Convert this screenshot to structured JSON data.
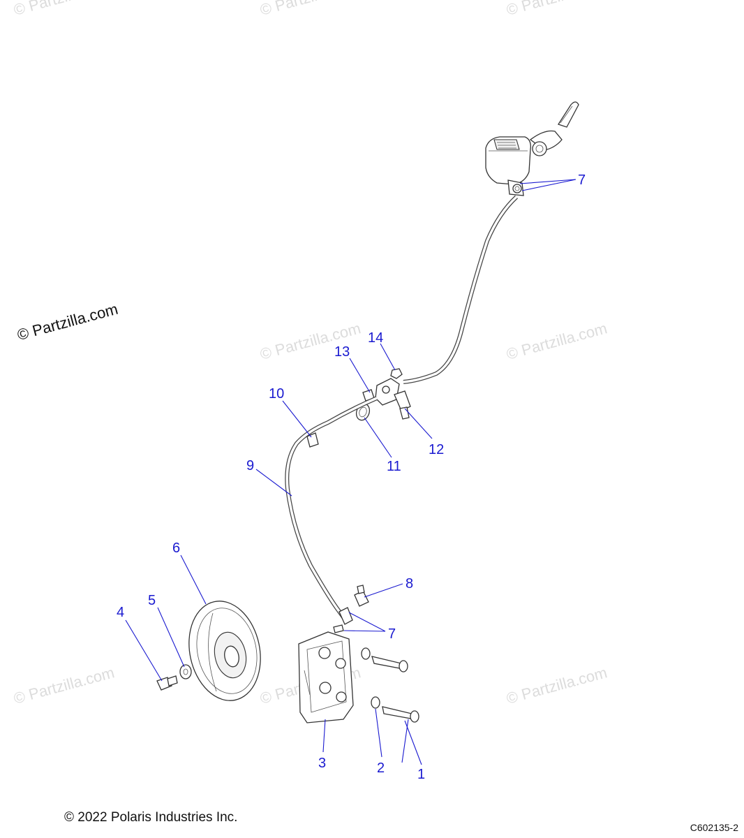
{
  "diagram": {
    "copyright": "© 2022 Polaris Industries Inc.",
    "figure_code": "C602135-2",
    "brand_mark": "© Partzilla.com",
    "watermark_text": "© Partzilla.com",
    "callout_color": "#1a1ad0",
    "callouts": [
      {
        "id": "1",
        "label": "1"
      },
      {
        "id": "2",
        "label": "2"
      },
      {
        "id": "3",
        "label": "3"
      },
      {
        "id": "4",
        "label": "4"
      },
      {
        "id": "5",
        "label": "5"
      },
      {
        "id": "6",
        "label": "6"
      },
      {
        "id": "7a",
        "label": "7"
      },
      {
        "id": "7b",
        "label": "7"
      },
      {
        "id": "8",
        "label": "8"
      },
      {
        "id": "9",
        "label": "9"
      },
      {
        "id": "10",
        "label": "10"
      },
      {
        "id": "11",
        "label": "11"
      },
      {
        "id": "12",
        "label": "12"
      },
      {
        "id": "13",
        "label": "13"
      },
      {
        "id": "14",
        "label": "14"
      }
    ]
  }
}
